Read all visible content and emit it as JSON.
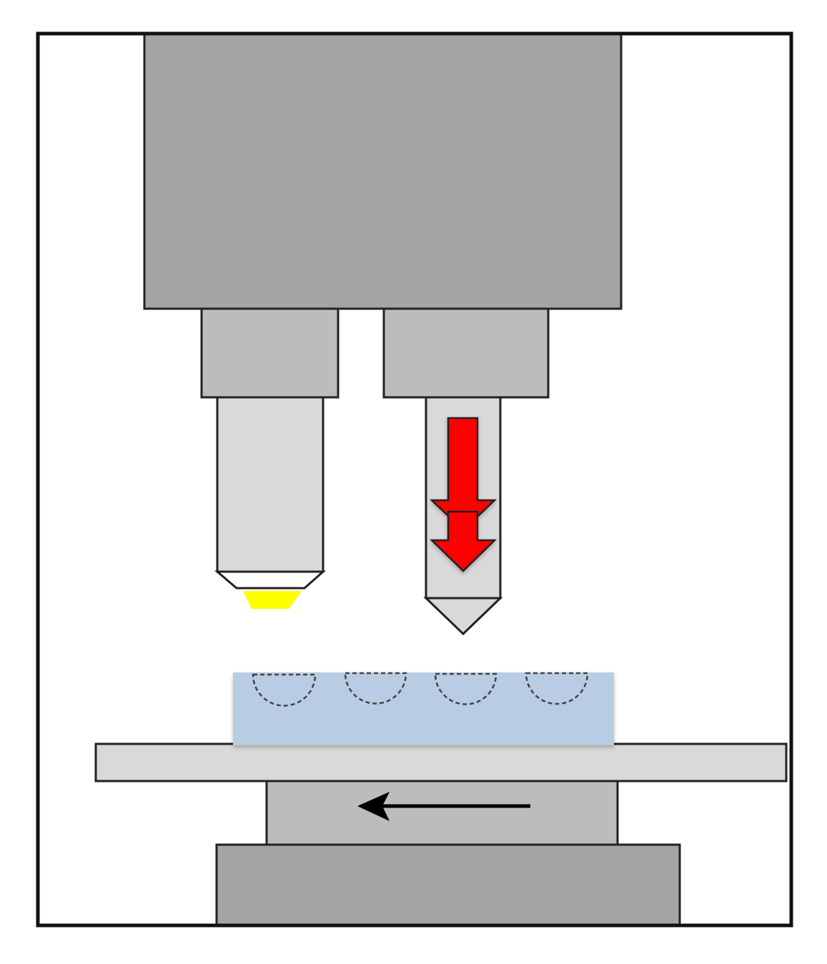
{
  "colors": {
    "background": "#ffffff",
    "frame_stroke": "#111111",
    "head_block": "#a4a4a4",
    "holder": "#bcbcbc",
    "tool_body": "#d9d9d9",
    "tip_white": "#ffffff",
    "light_yellow": "#ffff00",
    "indent_arrow": "#ff0000",
    "sample": "#b8cce4",
    "stage_plate": "#d9d9d9",
    "stage_carriage": "#bcbcbc",
    "base_block": "#a4a4a4",
    "motion_arrow": "#000000",
    "indent_outline": "#444444"
  },
  "components": {
    "head": "head-block",
    "optical_probe": "optical-probe",
    "indenter": "indenter",
    "indent_direction_icon": "down-arrow-icon",
    "stage_direction_icon": "left-arrow-icon",
    "indents": 4
  }
}
